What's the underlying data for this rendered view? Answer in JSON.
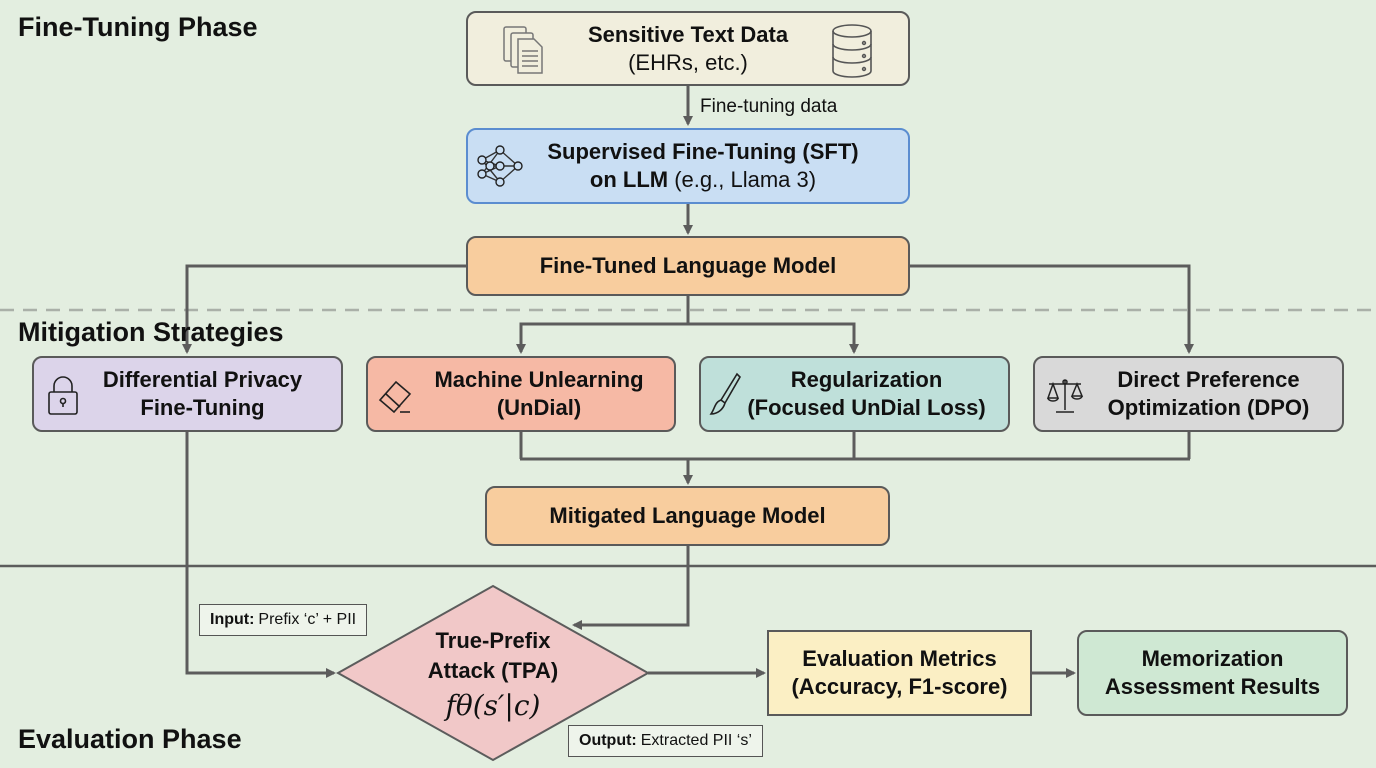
{
  "phases": {
    "fine_tuning": "Fine-Tuning Phase",
    "mitigation": "Mitigation Strategies",
    "evaluation": "Evaluation Phase"
  },
  "nodes": {
    "sensitive_data": {
      "title": "Sensitive Text Data",
      "subtitle": "(EHRs, etc.)",
      "icons": [
        "documents-icon",
        "database-icon"
      ]
    },
    "edge_label_finetune": "Fine-tuning data",
    "sft": {
      "title": "Supervised Fine-Tuning (SFT)",
      "line2_bold": "on LLM",
      "line2_normal": "(e.g., Llama 3)",
      "icon": "neural-network-icon"
    },
    "fine_tuned_model": {
      "title": "Fine-Tuned Language Model"
    },
    "strategies": [
      {
        "line1": "Differential Privacy",
        "line2": "Fine-Tuning",
        "icon": "lock-icon"
      },
      {
        "line1": "Machine Unlearning",
        "line2": "(UnDial)",
        "icon": "eraser-icon"
      },
      {
        "line1": "Regularization",
        "line2": "(Focused UnDial Loss)",
        "icon": "brush-icon"
      },
      {
        "line1": "Direct Preference",
        "line2": "Optimization (DPO)",
        "icon": "scales-icon"
      }
    ],
    "mitigated_model": {
      "title": "Mitigated Language Model"
    },
    "tpa": {
      "line1": "True-Prefix",
      "line2": "Attack (TPA)",
      "formula": "fθ(s′|c)"
    },
    "input_tag": {
      "bold": "Input:",
      "text": "Prefix ‘c’ + PII"
    },
    "output_tag": {
      "bold": "Output:",
      "text": "Extracted PII ‘s’"
    },
    "eval_metrics": {
      "line1": "Evaluation Metrics",
      "line2": "(Accuracy, F1-score)"
    },
    "results": {
      "line1": "Memorization",
      "line2": "Assessment Results"
    }
  },
  "colors": {
    "background": "#e3eee0",
    "sensitive": "#f1eedd",
    "sft": "#c9def3",
    "sft_border": "#5b8dd0",
    "model": "#f8cd9e",
    "dp": "#dcd4ea",
    "unlearning": "#f6b9a5",
    "regularization": "#bfe0da",
    "dpo": "#d9d9d9",
    "tpa": "#f1c8c8",
    "metrics": "#fbefc4",
    "results": "#cfe8d3",
    "line": "#5c5c5c"
  }
}
